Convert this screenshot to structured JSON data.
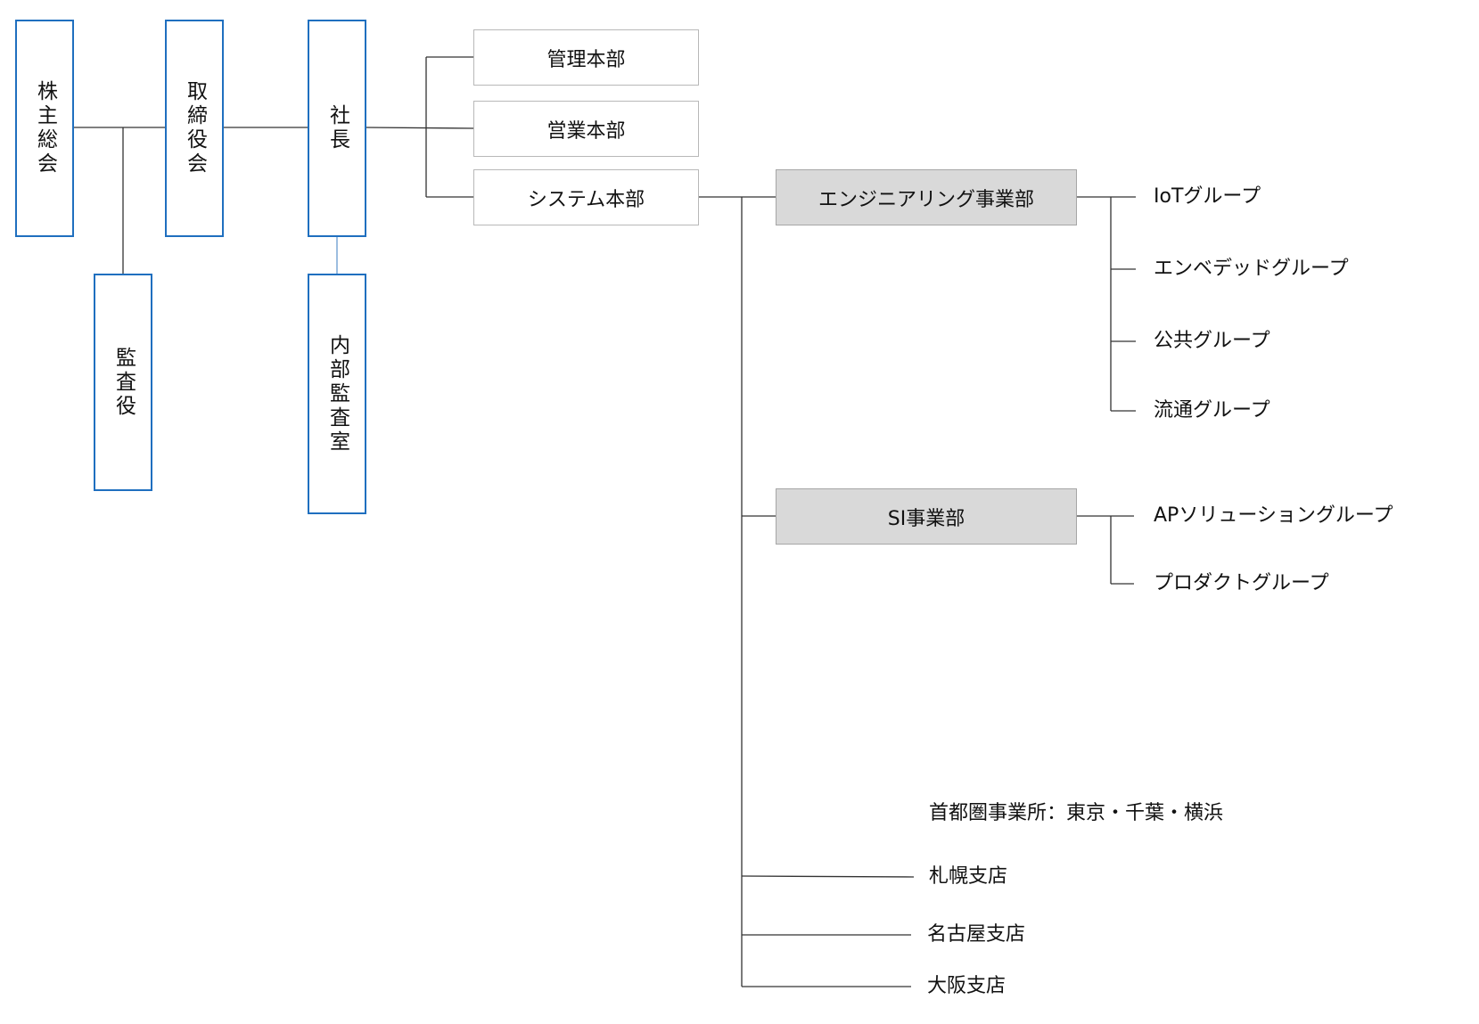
{
  "governance": {
    "shareholders": "株主総会",
    "board": "取締役会",
    "president": "社長",
    "auditor": "監査役",
    "internal_audit": "内部監査室"
  },
  "headquarters": {
    "admin": "管理本部",
    "sales": "営業本部",
    "system": "システム本部"
  },
  "divisions": {
    "engineering": "エンジニアリング事業部",
    "si": "SI事業部"
  },
  "engineering_groups": [
    "IoTグループ",
    "エンベデッドグループ",
    "公共グループ",
    "流通グループ"
  ],
  "si_groups": [
    "APソリューショングループ",
    "プロダクトグループ"
  ],
  "offices": {
    "metro": "首都圏事業所：東京・千葉・横浜",
    "sapporo": "札幌支店",
    "nagoya": "名古屋支店",
    "osaka": "大阪支店"
  },
  "colors": {
    "governance_border": "#1f6fbf",
    "division_fill": "#d9d9d9",
    "connector": "#333333"
  }
}
